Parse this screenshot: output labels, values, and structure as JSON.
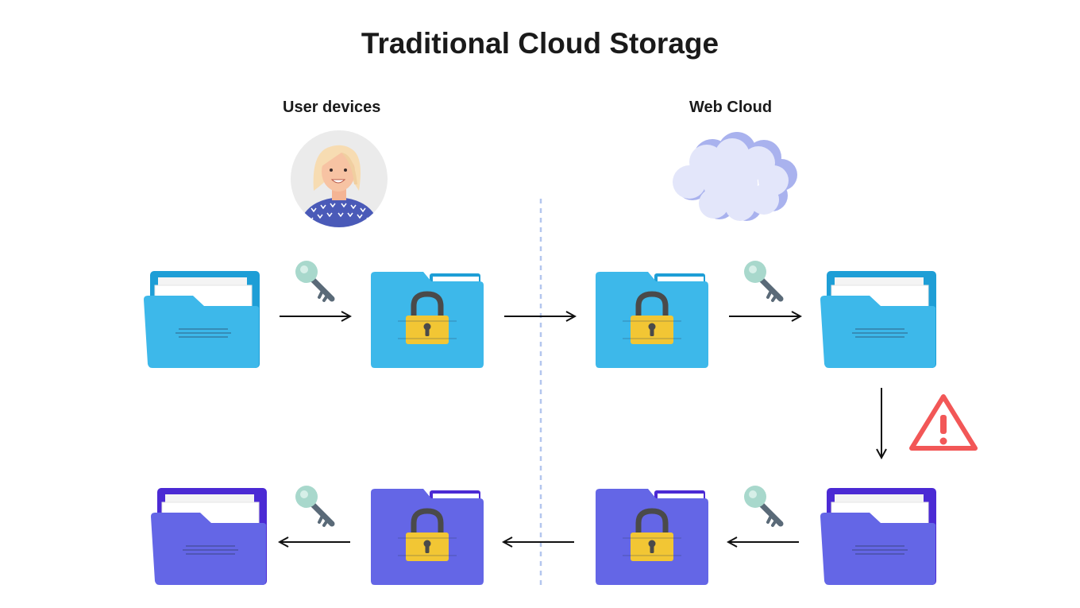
{
  "title": "Traditional Cloud Storage",
  "labels": {
    "user_devices": "User devices",
    "web_cloud": "Web Cloud"
  },
  "colors": {
    "folder_blue": "#3db8ea",
    "folder_blue_back": "#1e9ed6",
    "folder_purple": "#6466e6",
    "folder_purple_back": "#4b2ad4",
    "lock_gold": "#f2c634",
    "lock_shackle": "#4a4a4a",
    "key_mint": "#a8d8cc",
    "warning_red": "#f25757",
    "divider": "#b4c6ee",
    "cloud_fill": "#e3e6fa",
    "cloud_shadow": "#a9b2ee",
    "arrow": "#111111"
  },
  "icons": {
    "user": "user-avatar-icon",
    "cloud": "cloud-icon",
    "open_folder": "open-folder-icon",
    "locked_folder": "locked-folder-icon",
    "key": "key-icon",
    "warning": "warning-triangle-icon"
  }
}
